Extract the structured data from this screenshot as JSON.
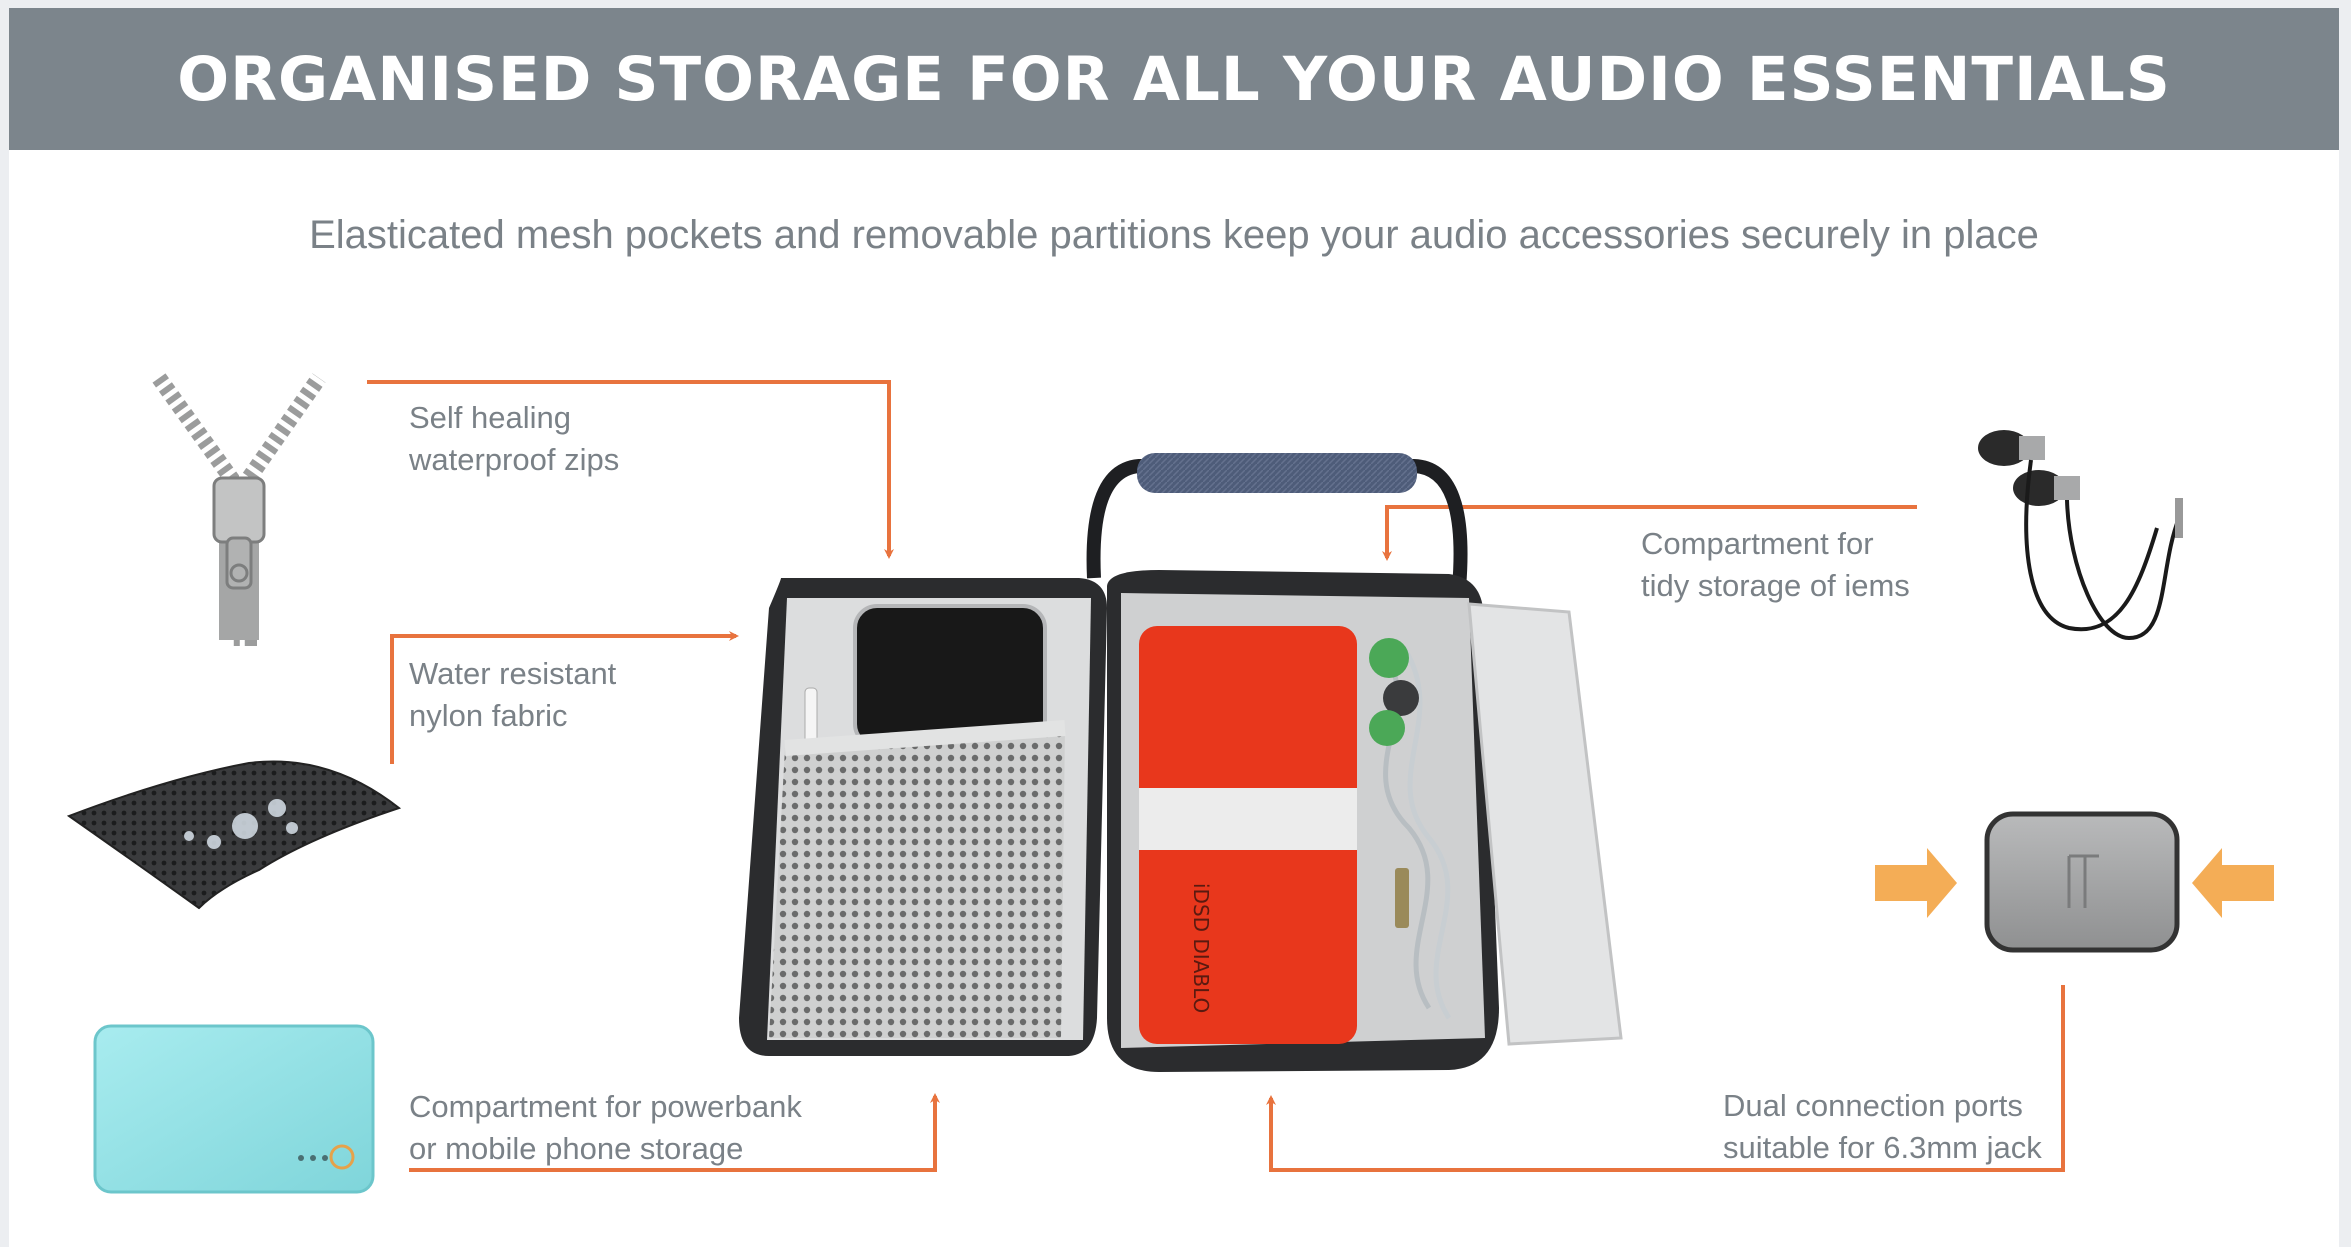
{
  "header": {
    "title": "ORGANISED STORAGE FOR ALL YOUR AUDIO ESSENTIALS"
  },
  "subtitle": "Elasticated mesh pockets and removable partitions keep your audio accessories securely in place",
  "callouts": {
    "zips": {
      "line1": "Self healing",
      "line2": "waterproof zips"
    },
    "fabric": {
      "line1": "Water resistant",
      "line2": "nylon fabric"
    },
    "powerbank": {
      "line1": "Compartment for powerbank",
      "line2": "or mobile phone storage"
    },
    "iems": {
      "line1": "Compartment for",
      "line2": "tidy storage of iems"
    },
    "ports": {
      "line1": "Dual connection ports",
      "line2": "suitable for 6.3mm jack"
    }
  },
  "product": {
    "dac_text": "iDSD DIABLO"
  },
  "colors": {
    "banner": "#7c858c",
    "text": "#7a8187",
    "arrow": "#e8733e",
    "dac_red": "#e8371c",
    "powerbank_teal": "#8fdfe3",
    "side_arrow": "#f4ad56"
  },
  "icons": [
    "zipper-icon",
    "fabric-icon",
    "powerbank-icon",
    "case-icon",
    "iem-icon"
  ]
}
